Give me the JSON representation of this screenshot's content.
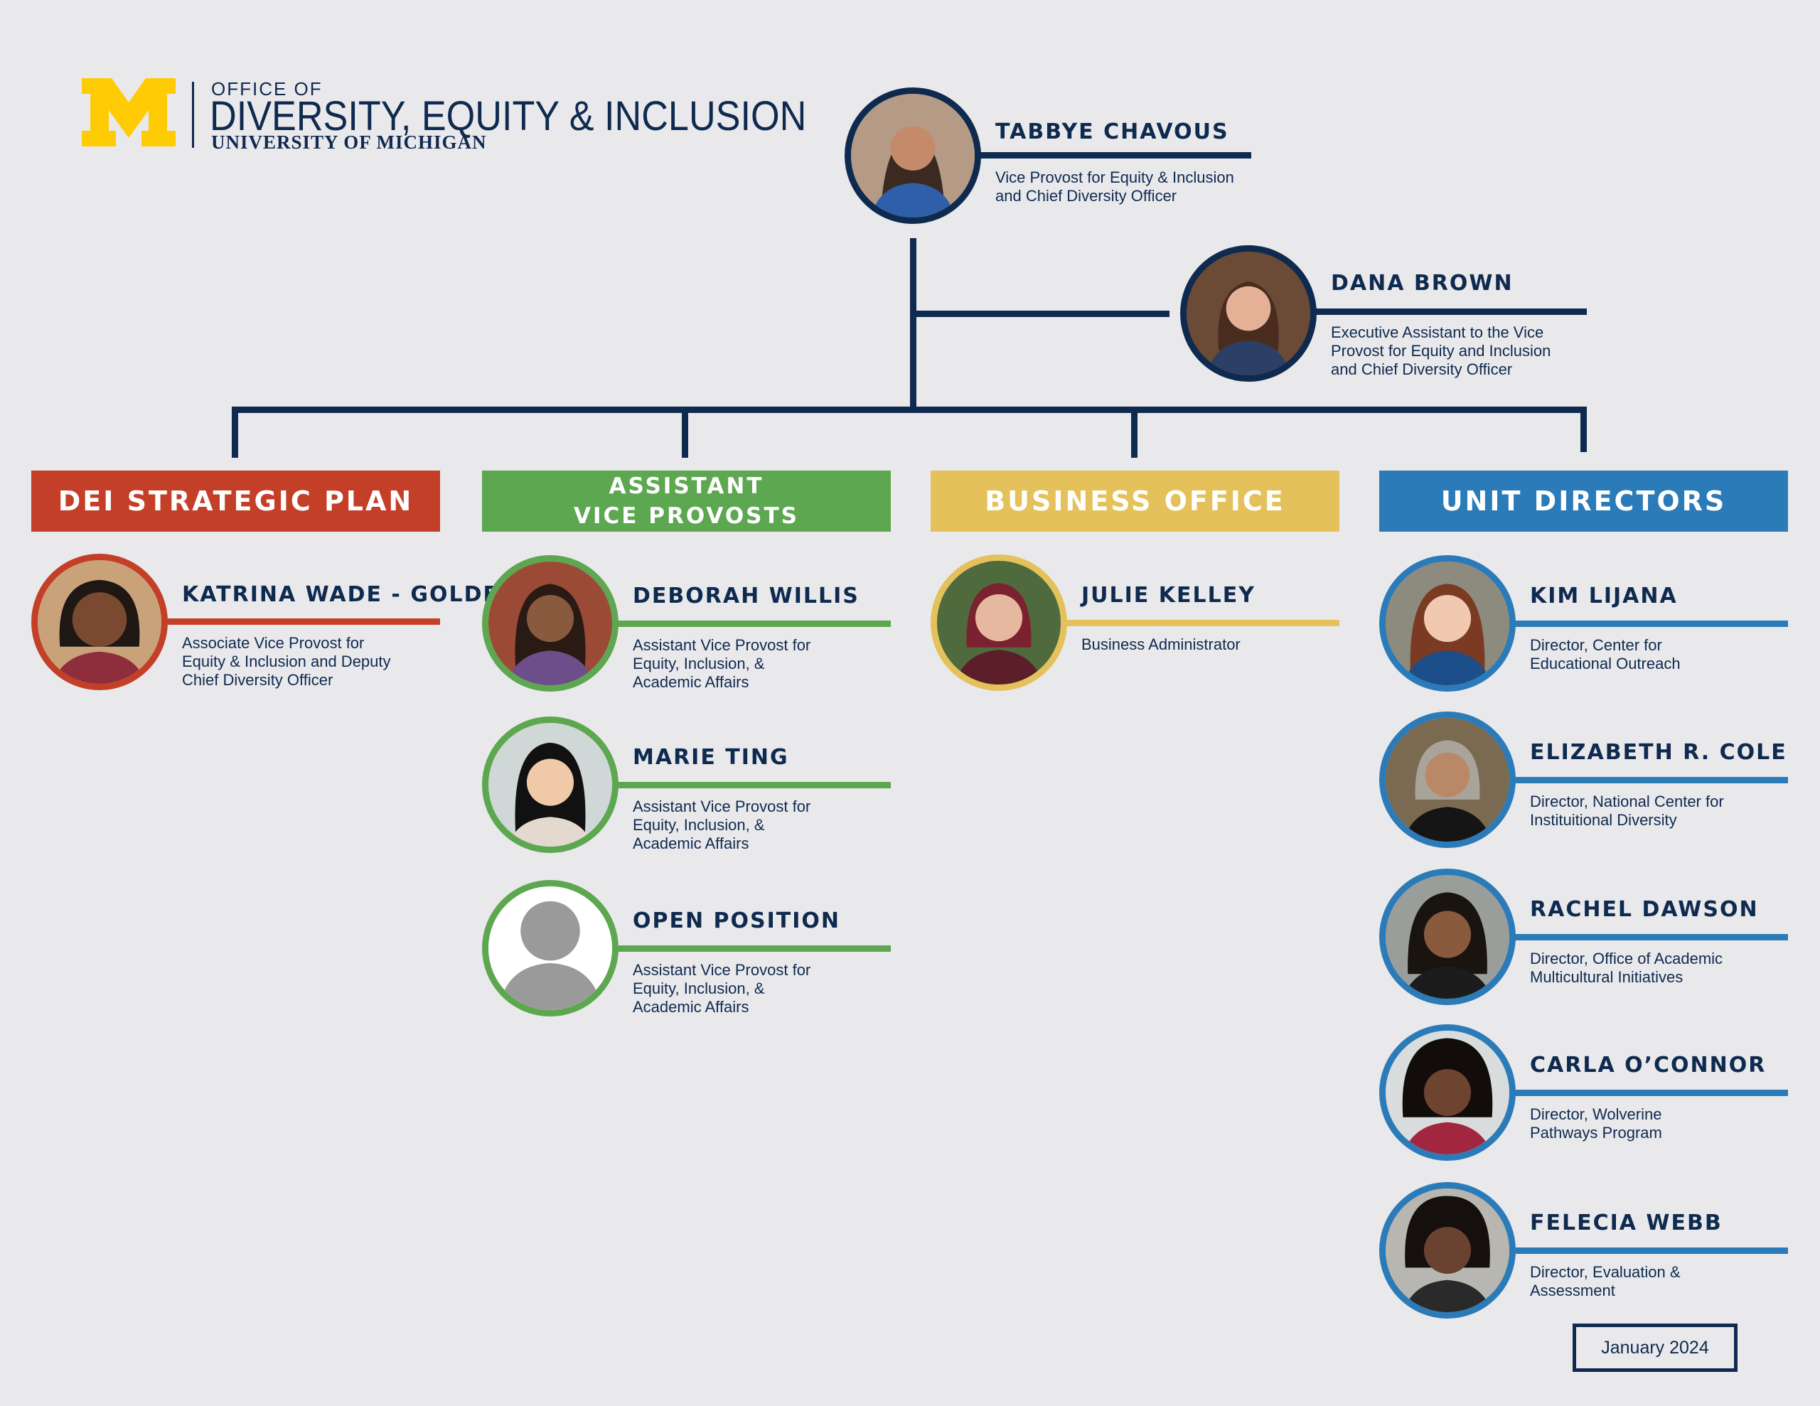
{
  "logo": {
    "office_of": "OFFICE OF",
    "name": "DIVERSITY, EQUITY & INCLUSION",
    "university": "UNIVERSITY OF MICHIGAN",
    "brand_maize": "#ffcb05",
    "brand_blue": "#0f2a4f"
  },
  "leader": {
    "name": "TABBYE CHAVOUS",
    "title": "Vice Provost for Equity & Inclusion\nand Chief Diversity Officer"
  },
  "assistant": {
    "name": "DANA BROWN",
    "title": "Executive Assistant to the Vice\nProvost for Equity and Inclusion\nand Chief Diversity Officer"
  },
  "departments": [
    {
      "label": "DEI STRATEGIC PLAN",
      "color": "#c43f27",
      "people": [
        {
          "name": "KATRINA WADE - GOLDEN",
          "title": "Associate Vice Provost for\nEquity & Inclusion and Deputy\nChief Diversity Officer"
        }
      ]
    },
    {
      "label": "ASSISTANT\nVICE PROVOSTS",
      "color": "#5da750",
      "people": [
        {
          "name": "DEBORAH WILLIS",
          "title": "Assistant Vice Provost for\nEquity, Inclusion, &\nAcademic Affairs"
        },
        {
          "name": "MARIE TING",
          "title": "Assistant Vice Provost for\nEquity, Inclusion, &\nAcademic Affairs"
        },
        {
          "name": "OPEN POSITION",
          "title": "Assistant Vice Provost for\nEquity, Inclusion, &\nAcademic Affairs"
        }
      ]
    },
    {
      "label": "BUSINESS OFFICE",
      "color": "#e4c15a",
      "people": [
        {
          "name": "JULIE KELLEY",
          "title": "Business Administrator"
        }
      ]
    },
    {
      "label": "UNIT DIRECTORS",
      "color": "#2b7bb9",
      "people": [
        {
          "name": "KIM LIJANA",
          "title": "Director, Center for\nEducational Outreach"
        },
        {
          "name": "ELIZABETH R. COLE",
          "title": "Director, National Center for\nInstituitional Diversity"
        },
        {
          "name": "RACHEL DAWSON",
          "title": "Director, Office of Academic\nMulticultural Initiatives"
        },
        {
          "name": "CARLA O’CONNOR",
          "title": "Director, Wolverine\nPathways Program"
        },
        {
          "name": "FELECIA WEBB",
          "title": "Director, Evaluation &\nAssessment"
        }
      ]
    }
  ],
  "date": "January 2024"
}
